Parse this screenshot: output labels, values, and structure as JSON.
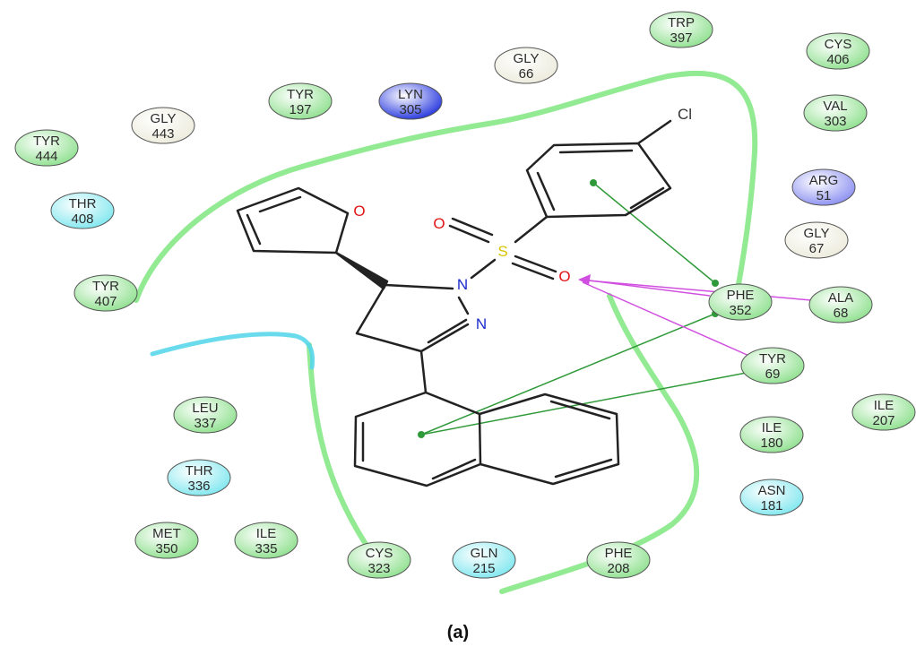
{
  "caption": "(a)",
  "colors": {
    "hydrophobic": "#8fe08f",
    "polar": "#7fe7ef",
    "glycine": "#ecebdc",
    "positive": "#8a8ef0",
    "positive_strong": "#2233dd",
    "pocket_outline": "#86e886",
    "solvent_outline": "#5ad7ea",
    "pi_pi": "#2f9a3a",
    "hbond": "#d14fe0",
    "bond": "#222222",
    "oxygen": "#e01515",
    "nitrogen": "#1a2ccc",
    "sulfur": "#d8c400",
    "chlorine": "#333333"
  },
  "residues": [
    {
      "name": "TYR",
      "num": "444",
      "type": "hydrophobic"
    },
    {
      "name": "GLY",
      "num": "443",
      "type": "glycine"
    },
    {
      "name": "TYR",
      "num": "197",
      "type": "hydrophobic"
    },
    {
      "name": "LYN",
      "num": "305",
      "type": "positive_strong"
    },
    {
      "name": "GLY",
      "num": "66",
      "type": "glycine"
    },
    {
      "name": "TRP",
      "num": "397",
      "type": "hydrophobic"
    },
    {
      "name": "CYS",
      "num": "406",
      "type": "hydrophobic"
    },
    {
      "name": "VAL",
      "num": "303",
      "type": "hydrophobic"
    },
    {
      "name": "ARG",
      "num": "51",
      "type": "positive"
    },
    {
      "name": "GLY",
      "num": "67",
      "type": "glycine"
    },
    {
      "name": "THR",
      "num": "408",
      "type": "polar"
    },
    {
      "name": "TYR",
      "num": "407",
      "type": "hydrophobic"
    },
    {
      "name": "PHE",
      "num": "352",
      "type": "hydrophobic"
    },
    {
      "name": "ALA",
      "num": "68",
      "type": "hydrophobic"
    },
    {
      "name": "TYR",
      "num": "69",
      "type": "hydrophobic"
    },
    {
      "name": "ILE",
      "num": "207",
      "type": "hydrophobic"
    },
    {
      "name": "ILE",
      "num": "180",
      "type": "hydrophobic"
    },
    {
      "name": "ASN",
      "num": "181",
      "type": "polar"
    },
    {
      "name": "LEU",
      "num": "337",
      "type": "hydrophobic"
    },
    {
      "name": "THR",
      "num": "336",
      "type": "polar"
    },
    {
      "name": "MET",
      "num": "350",
      "type": "hydrophobic"
    },
    {
      "name": "ILE",
      "num": "335",
      "type": "hydrophobic"
    },
    {
      "name": "CYS",
      "num": "323",
      "type": "hydrophobic"
    },
    {
      "name": "GLN",
      "num": "215",
      "type": "polar"
    },
    {
      "name": "PHE",
      "num": "208",
      "type": "hydrophobic"
    }
  ],
  "atoms": {
    "cl": "Cl",
    "s": "S",
    "o_sulfonyl_1": "O",
    "o_sulfonyl_2": "O",
    "o_furan": "O",
    "n1": "N",
    "n2": "N"
  }
}
